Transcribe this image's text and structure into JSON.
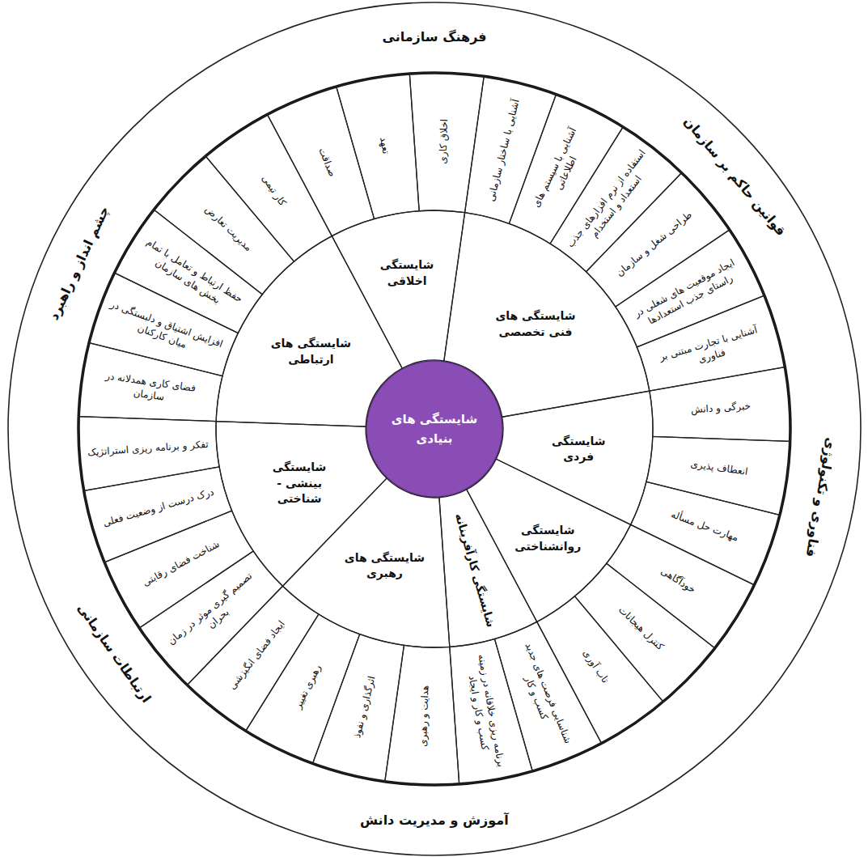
{
  "diagram": {
    "nodes": [
      {
        "text": [
          "شایستگی های بنیادی"
        ]
      },
      {
        "text": [
          "شایستگی های ارتباطی"
        ]
      },
      {
        "text": [
          "شایستگی اخلاقی"
        ]
      },
      {
        "text": [
          "شایستگی های فنی تخصصی"
        ]
      },
      {
        "text": [
          "شایستگی فردی"
        ]
      },
      {
        "text": [
          "شایستگی روانشناختی"
        ]
      },
      {
        "text": [
          "شایستگی کارآفرینانه"
        ]
      },
      {
        "text": [
          "شایستگی های رهبری"
        ]
      },
      {
        "text": [
          "شایستگی بینشی - شناختی"
        ]
      },
      {
        "text": [
          "فضای کاری همدلانه در سازمان"
        ]
      },
      {
        "text": [
          "افزایش اشتیاق و دلبستگی در میان کارکنان"
        ]
      },
      {
        "text": [
          "حفظ ارتباط و تعامل با تمام بخش های سازمان"
        ]
      },
      {
        "text": [
          "مدیریت تعارض"
        ]
      },
      {
        "text": [
          "کار تیمی"
        ]
      },
      {
        "text": [
          "صداقت"
        ]
      },
      {
        "text": [
          "تعهد"
        ]
      },
      {
        "text": [
          "اخلاق کاری"
        ]
      },
      {
        "text": [
          "آشنایی با ساختار سازمانی"
        ]
      },
      {
        "text": [
          "آشنایی با سیستم های اطلاعاتی"
        ]
      },
      {
        "text": [
          "استفاده از نرم افزارهای جذب استعداد و استخدام"
        ]
      },
      {
        "text": [
          "طراحی شغل و سازمان"
        ]
      },
      {
        "text": [
          "ایجاد موقعیت های شغلی در راستای جذب استعدادها"
        ]
      },
      {
        "text": [
          "آشنایی با تجارت مبتنی بر فناوری"
        ]
      },
      {
        "text": [
          "خبرگی و دانش"
        ]
      },
      {
        "text": [
          "انعطاف پذیری"
        ]
      },
      {
        "text": [
          "مهارت حل مسأله"
        ]
      },
      {
        "text": [
          "خودآگاهی"
        ]
      },
      {
        "text": [
          "کنترل هیجانات"
        ]
      },
      {
        "text": [
          "تاب آوری"
        ]
      },
      {
        "text": [
          "شناسایی فرصت های جدید کسب و کار"
        ]
      },
      {
        "text": [
          "برنامه ریزی خلاقانه در زمینه کسب و کار و ایجاد"
        ]
      },
      {
        "text": [
          "هدایت و رهبری"
        ]
      },
      {
        "text": [
          "اثرگذاری و نفوذ"
        ]
      },
      {
        "text": [
          "رهبری تغییر"
        ]
      },
      {
        "text": [
          "ایجاد فضای انگیزشی"
        ]
      },
      {
        "text": [
          "تصمیم گیری موثر در زمان بحران"
        ]
      },
      {
        "text": [
          "شناخت فضای رقابتی"
        ]
      },
      {
        "text": [
          "درک درست از وضعیت فعلی"
        ]
      },
      {
        "text": [
          "تفکر و برنامه ریزی استراتژیک"
        ]
      }
    ],
    "labels": [
      "فرهنگ سازمانی",
      "قوانین حاکم بر سازمان",
      "فناوری و تکنولوژی",
      "آموزش و مدیریت دانش",
      "ارتباطات سازمانی",
      "چشم انداز و راهبرد"
    ]
  }
}
